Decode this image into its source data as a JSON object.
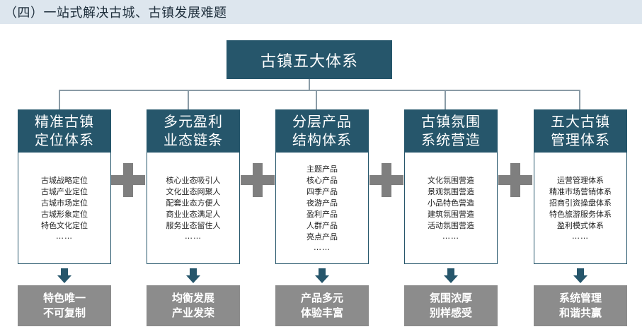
{
  "page": {
    "title": "（四）一站式解决古城、古镇发展难题"
  },
  "root": {
    "label": "古镇五大体系"
  },
  "pillars": [
    {
      "title_lines": [
        "精准古镇",
        "定位体系"
      ],
      "items": [
        "古城战略定位",
        "古城产业定位",
        "古城市场定位",
        "古城形象定位",
        "特色文化定位"
      ],
      "ellipsis": "……",
      "result_lines": [
        "特色唯一",
        "不可复制"
      ]
    },
    {
      "title_lines": [
        "多元盈利",
        "业态链条"
      ],
      "items": [
        "核心业态吸引人",
        "文化业态网聚人",
        "配套业态方便人",
        "商业业态满足人",
        "服务业态留住人"
      ],
      "ellipsis": "……",
      "result_lines": [
        "均衡发展",
        "产业发荣"
      ]
    },
    {
      "title_lines": [
        "分层产品",
        "结构体系"
      ],
      "items": [
        "主题产品",
        "核心产品",
        "四季产品",
        "夜游产品",
        "盈利产品",
        "人群产品",
        "亮点产品"
      ],
      "ellipsis": "……",
      "result_lines": [
        "产品多元",
        "体验丰富"
      ]
    },
    {
      "title_lines": [
        "古镇氛围",
        "系统营造"
      ],
      "items": [
        "文化氛围营造",
        "景观氛围营造",
        "小品特色营造",
        "建筑氛围营造",
        "活动氛围营造"
      ],
      "ellipsis": "……",
      "result_lines": [
        "氛围浓厚",
        "别样感受"
      ]
    },
    {
      "title_lines": [
        "五大古镇",
        "管理体系"
      ],
      "items": [
        "运营管理体系",
        "精准市场营销体系",
        "招商引资操盘体系",
        "特色旅游服务体系",
        "盈利模式体系"
      ],
      "ellipsis": "……",
      "result_lines": [
        "系统管理",
        "和谐共赢"
      ]
    }
  ],
  "colors": {
    "primary": "#26566b",
    "header_band": "#dde6ee",
    "result": "#8c8c8c",
    "plus": "#7f7f7f",
    "connector": "#8a9ba6"
  }
}
